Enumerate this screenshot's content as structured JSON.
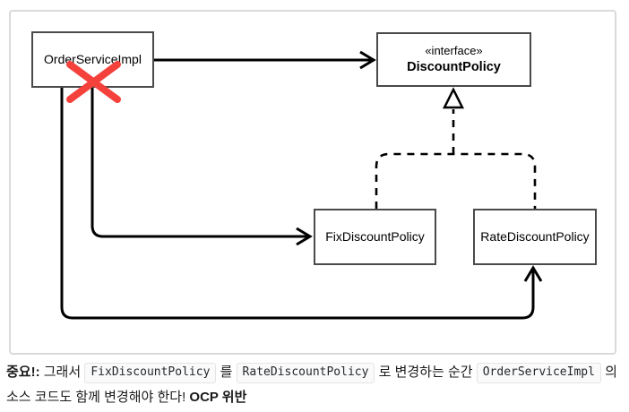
{
  "diagram": {
    "type": "uml-class-diagram",
    "nodes": [
      {
        "id": "order-service-impl",
        "label": "OrderServiceImpl"
      },
      {
        "id": "discount-policy",
        "stereotype": "«interface»",
        "label": "DiscountPolicy"
      },
      {
        "id": "fix-discount-policy",
        "label": "FixDiscountPolicy"
      },
      {
        "id": "rate-discount-policy",
        "label": "RateDiscountPolicy"
      }
    ],
    "edges": [
      {
        "from": "OrderServiceImpl",
        "to": "DiscountPolicy",
        "style": "solid-arrow"
      },
      {
        "from": "OrderServiceImpl",
        "to": "FixDiscountPolicy",
        "style": "solid-arrow",
        "annotation": "crossed-out-red-x"
      },
      {
        "from": "OrderServiceImpl",
        "to": "RateDiscountPolicy",
        "style": "solid-arrow"
      },
      {
        "from": "FixDiscountPolicy",
        "to": "DiscountPolicy",
        "style": "dashed-realization"
      },
      {
        "from": "RateDiscountPolicy",
        "to": "DiscountPolicy",
        "style": "dashed-realization"
      }
    ],
    "colors": {
      "edge": "#000000",
      "box_border": "#4a4a4a",
      "cross": "#f5413c",
      "frame_border": "#dadada"
    }
  },
  "caption": {
    "important": "중요!:",
    "t1": " 그래서 ",
    "code1": "FixDiscountPolicy",
    "t2": " 를 ",
    "code2": "RateDiscountPolicy",
    "t3": " 로 변경하는 순간 ",
    "code3": "OrderServiceImpl",
    "t4": " 의",
    "line2_text": "소스 코드도 함께 변경해야 한다! ",
    "line2_bold": "OCP 위반"
  }
}
